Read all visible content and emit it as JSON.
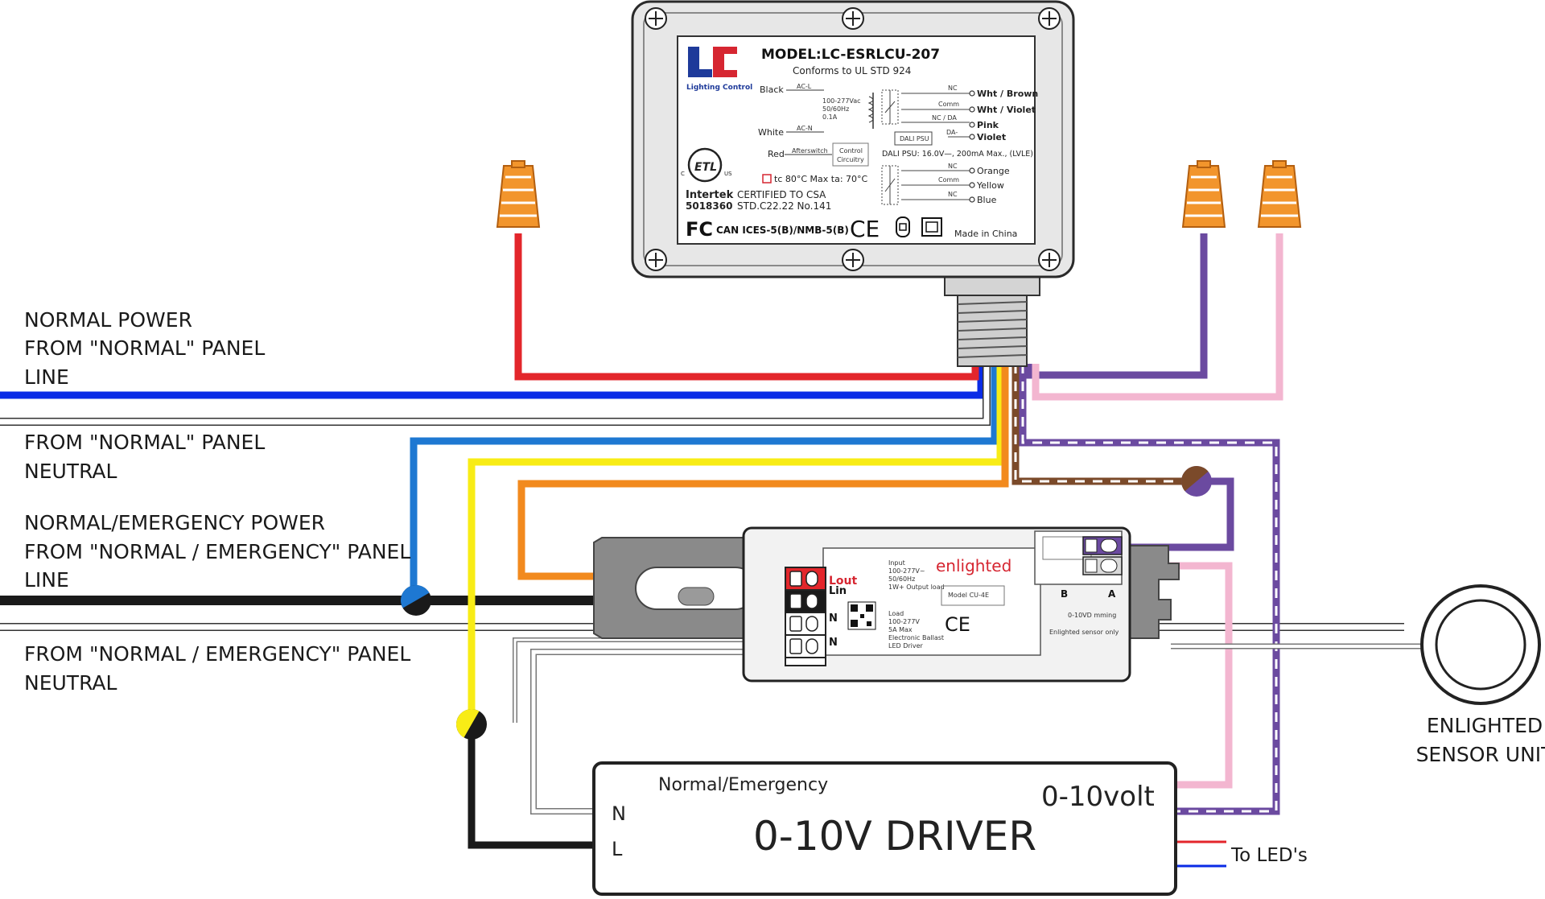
{
  "colors": {
    "red": "#e3262b",
    "blue": "#0a2be6",
    "light_blue": "#1e78d2",
    "yellow": "#f8ec16",
    "orange": "#f28a1e",
    "brown": "#7b4a2a",
    "violet": "#6b4aa0",
    "pink": "#f3b6d0",
    "black": "#1a1a1a",
    "grey": "#9a9a9a",
    "wire_nut": "#f2952c",
    "logo_blue": "#1e3a9a",
    "logo_red": "#d62631"
  },
  "labels": {
    "normal_power_line": [
      "NORMAL POWER",
      "FROM \"NORMAL\" PANEL",
      "LINE"
    ],
    "normal_neutral": [
      "FROM \"NORMAL\" PANEL",
      "NEUTRAL"
    ],
    "emergency_line": [
      "NORMAL/EMERGENCY POWER",
      "FROM \"NORMAL / EMERGENCY\" PANEL",
      "LINE"
    ],
    "emergency_neutral": [
      "FROM \"NORMAL / EMERGENCY\" PANEL",
      "NEUTRAL"
    ],
    "sensor_unit": [
      "ENLIGHTED",
      "SENSOR UNIT"
    ],
    "to_leds": "To LED's"
  },
  "relay": {
    "logo": "LC",
    "logo_sub": "Lighting Control",
    "model": "MODEL:LC-ESRLCU-207",
    "conforms": "Conforms to UL STD 924",
    "black": "Black",
    "ac_l": "AC-L",
    "white": "White",
    "ac_n": "AC-N",
    "red": "Red",
    "afterswitch": "Afterswitch",
    "rating": [
      "100-277Vac",
      "50/60Hz",
      "0.1A"
    ],
    "control_circuitry": [
      "Control",
      "Circuitry"
    ],
    "temp": "tc 80°C Max   ta: 70°C",
    "intertek": [
      "Intertek",
      "5018360"
    ],
    "csa": [
      "CERTIFIED TO CSA",
      "STD.C22.22 No.141"
    ],
    "etl": "ETL",
    "fc_line": "CAN ICES-5(B)/NMB-5(B)",
    "fc": "FC",
    "ce": "CE",
    "made_in": "Made in China",
    "nc": "NC",
    "comm": "Comm",
    "nc_da": "NC / DA",
    "da_minus": "DA-",
    "dali_psu_box": "DALI PSU",
    "dali_psu": "DALI PSU: 16.0V—, 200mA Max., (LVLE)",
    "wires_top": [
      "Wht / Brown",
      "Wht / Violet",
      "Pink",
      "Violet"
    ],
    "wires_bottom": [
      "Orange",
      "Yellow",
      "Blue"
    ]
  },
  "control_unit": {
    "brand": "enlighted",
    "lout": "Lout",
    "lin": "Lin",
    "n": "N",
    "model": "Model CU-4E",
    "input": [
      "Input",
      "100-277V~",
      "50/60Hz",
      "1W+ Output load"
    ],
    "load": [
      "Load",
      "100-277V",
      "5A Max",
      "Electronic Ballast",
      "LED Driver"
    ],
    "b": "B",
    "a": "A",
    "dimming": "0-10VD mming",
    "sensor_only": "Enlighted sensor only",
    "ce": "CE"
  },
  "driver": {
    "title": "0-10V DRIVER",
    "normal_emergency": "Normal/Emergency",
    "volt": "0-10volt",
    "n": "N",
    "l": "L"
  }
}
